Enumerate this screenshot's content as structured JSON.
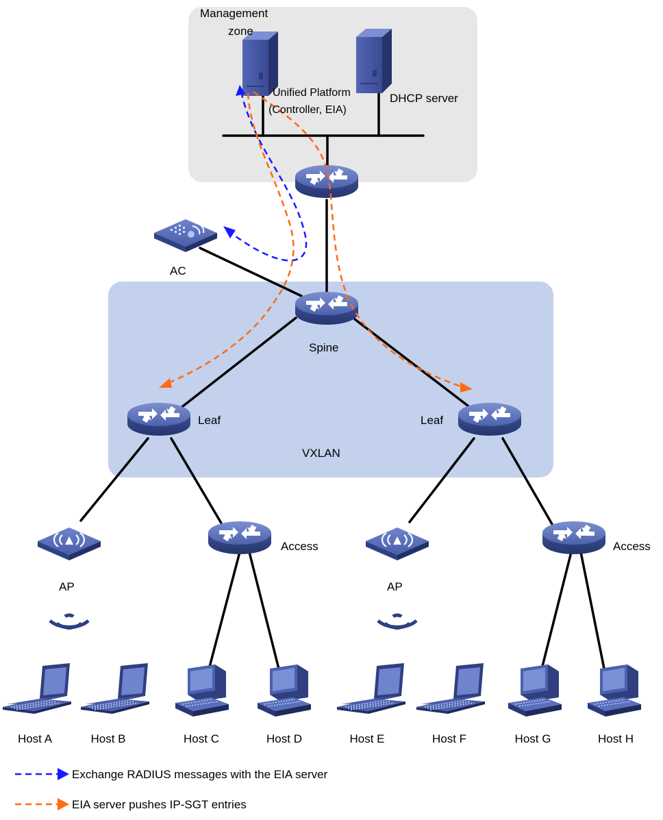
{
  "zones": {
    "management": "Management zone",
    "management_line1": "Management",
    "management_line2": "zone",
    "vxlan": "VXLAN"
  },
  "nodes": {
    "unified_platform_line1": "Unified Platform",
    "unified_platform_line2": "(Controller, EIA)",
    "dhcp_server": "DHCP server",
    "ac": "AC",
    "spine": "Spine",
    "leaf_left": "Leaf",
    "leaf_right": "Leaf",
    "access_left": "Access",
    "access_right": "Access",
    "ap_left": "AP",
    "ap_right": "AP"
  },
  "hosts": [
    "Host A",
    "Host B",
    "Host C",
    "Host D",
    "Host E",
    "Host F",
    "Host G",
    "Host H"
  ],
  "legend": {
    "radius": "Exchange RADIUS messages with the EIA server",
    "ipsgt": "EIA server pushes IP-SGT entries"
  },
  "colors": {
    "radius": "#1a1aff",
    "ipsgt": "#ff6a13",
    "management_zone": "#e8e7e7",
    "vxlan_zone": "#c3d1ec",
    "device": "#4b5ea8"
  }
}
